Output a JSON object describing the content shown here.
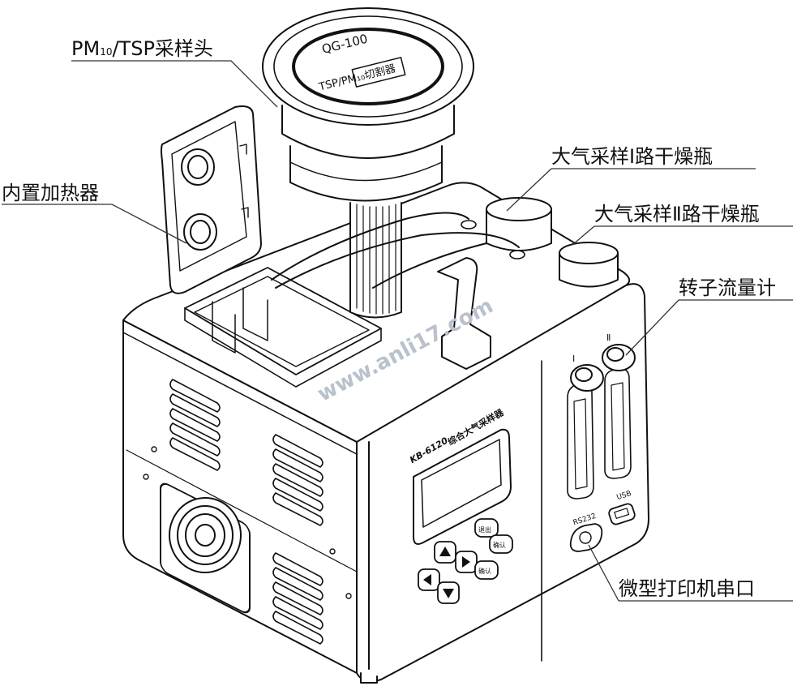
{
  "callouts": {
    "pm_head_prefix": "PM",
    "pm_head_sub": "10",
    "pm_head_suffix": "/TSP采样头",
    "heater": "内置加热器",
    "dryer_1": "大气采样Ⅰ路干燥瓶",
    "dryer_2": "大气采样Ⅱ路干燥瓶",
    "rotameter": "转子流量计",
    "printer_port": "微型打印机串口"
  },
  "device": {
    "head_model": "QG-100",
    "head_label": "TSP/PM₁₀切割器",
    "front_model": "KB-6120",
    "front_name": "综合大气采样器",
    "channel_1": "Ⅰ",
    "channel_2": "Ⅱ",
    "port_rs232": "RS232",
    "port_usb": "USB",
    "btn_a": "退出",
    "btn_b": "确认",
    "btn_c": "确认"
  },
  "watermark": "www.anli17.com",
  "colors": {
    "line": "#111111",
    "leader": "#333333",
    "fill": "#ffffff",
    "watermark": "#b9c2cc"
  }
}
